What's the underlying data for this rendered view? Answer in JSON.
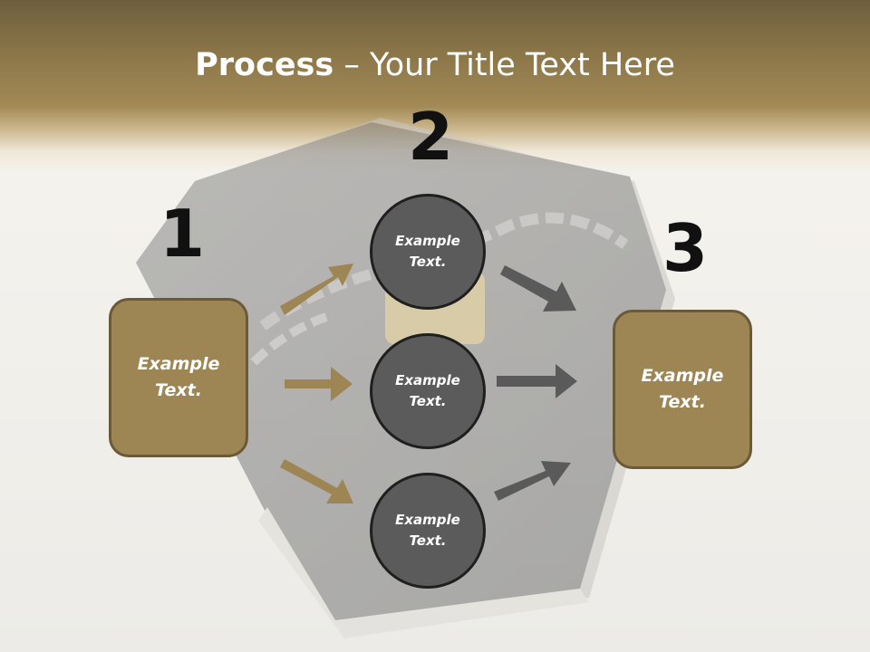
{
  "title": {
    "bold": "Process",
    "rest": " – Your Title Text Here"
  },
  "steps": [
    "1",
    "2",
    "3"
  ],
  "left_box": {
    "line1": "Example",
    "line2": "Text."
  },
  "right_box": {
    "line1": "Example",
    "line2": "Text."
  },
  "circles": [
    {
      "line1": "Example",
      "line2": "Text."
    },
    {
      "line1": "Example",
      "line2": "Text."
    },
    {
      "line1": "Example",
      "line2": "Text."
    }
  ],
  "colors": {
    "header": "#8a7548",
    "box_fill": "#9d8554",
    "box_border": "#6b5a37",
    "circle_fill": "#5b5b5b",
    "gold_arrow": "#9d8554",
    "gray_arrow": "#5a5a5a"
  },
  "background_image": "locked-book-with-chain-and-padlock"
}
